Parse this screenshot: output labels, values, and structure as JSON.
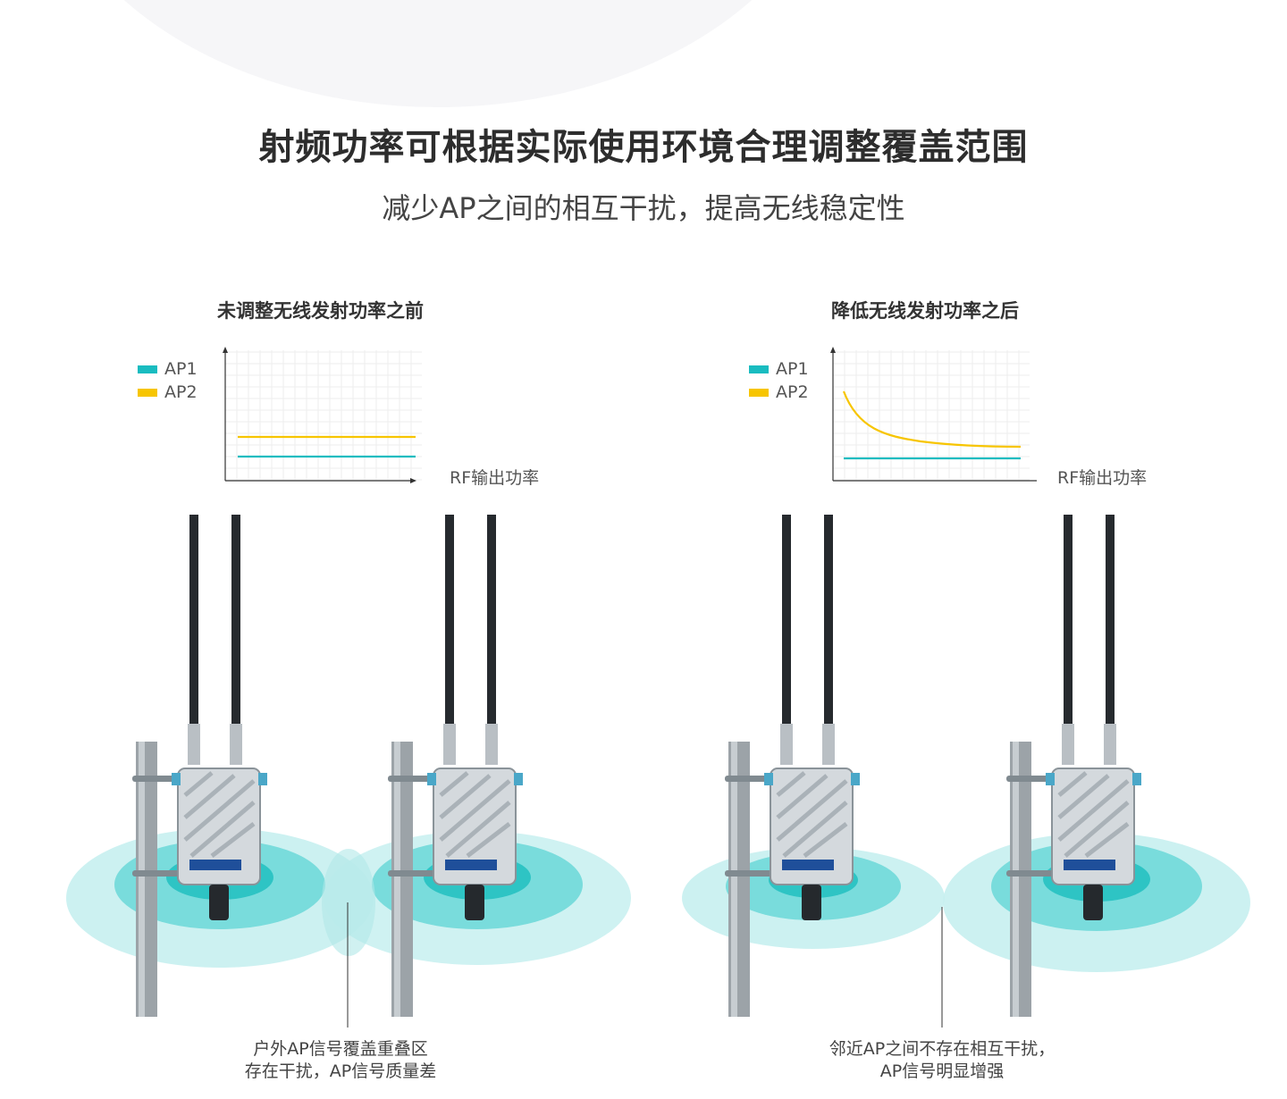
{
  "header": {
    "title": "射频功率可根据实际使用环境合理调整覆盖范围",
    "subtitle": "减少AP之间的相互干扰，提高无线稳定性"
  },
  "colors": {
    "ap1": "#19bcc0",
    "ap2": "#f7c500",
    "coverage_outer": "#c7f0f0",
    "coverage_mid": "#79dcdc",
    "coverage_inner": "#2ec4c4",
    "device_label": "#1f4f9a"
  },
  "panels": [
    {
      "title": "未调整无线发射功率之前",
      "legend": [
        {
          "label": "AP1"
        },
        {
          "label": "AP2"
        }
      ],
      "x_axis_label": "RF输出功率",
      "caption_line1": "户外AP信号覆盖重叠区",
      "caption_line2": "存在干扰，AP信号质量差"
    },
    {
      "title": "降低无线发射功率之后",
      "legend": [
        {
          "label": "AP1"
        },
        {
          "label": "AP2"
        }
      ],
      "x_axis_label": "RF输出功率",
      "caption_line1": "邻近AP之间不存在相互干扰，",
      "caption_line2": "AP信号明显增强"
    }
  ],
  "icons": [
    "outdoor-ap-device-icon",
    "antenna-icon",
    "pole-icon",
    "coverage-zone-icon"
  ]
}
